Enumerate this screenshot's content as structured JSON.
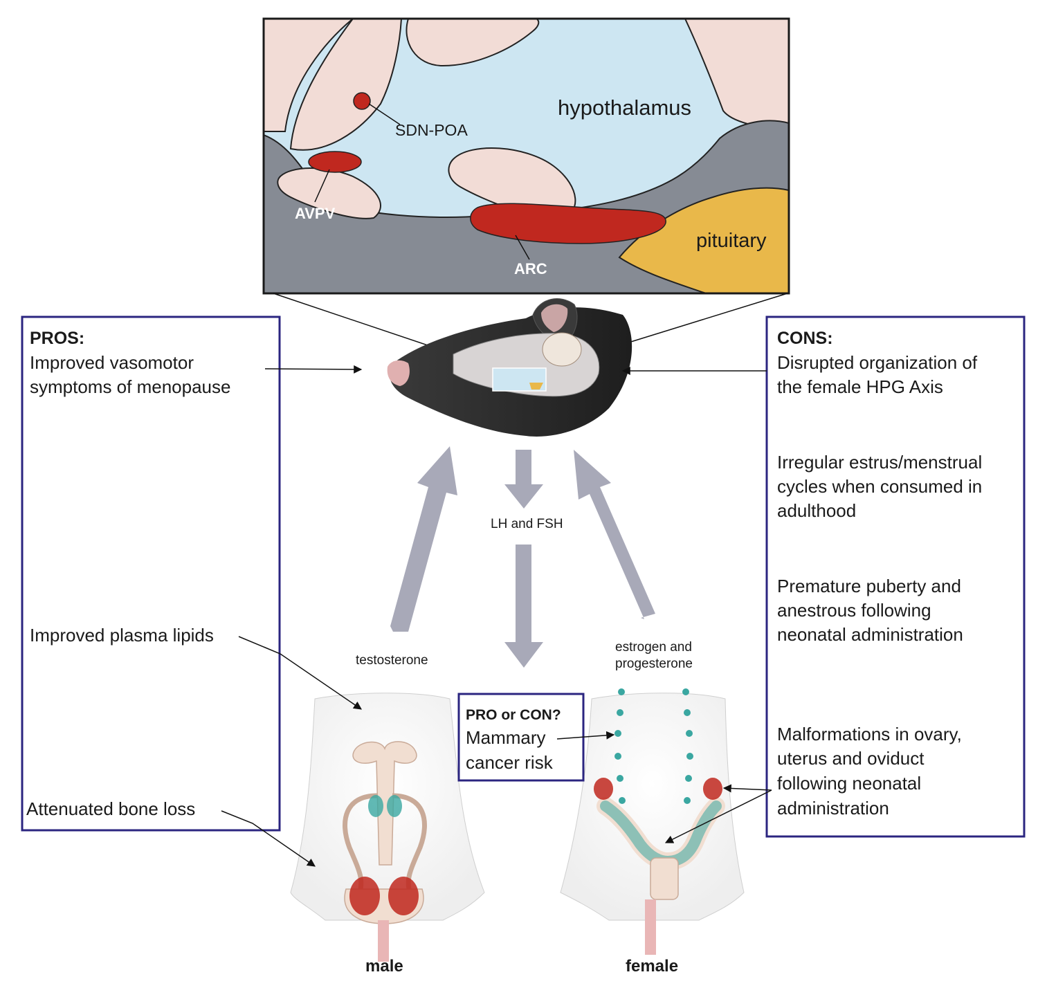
{
  "brain_inset": {
    "region_main": "hypothalamus",
    "region_pituitary": "pituitary",
    "label_sdn_poa": "SDN-POA",
    "label_avpv": "AVPV",
    "label_arc": "ARC"
  },
  "pros": {
    "heading": "PROS:",
    "item1_line1": "Improved vasomotor",
    "item1_line2": "symptoms of menopause",
    "item2": "Improved plasma lipids",
    "item3": "Attenuated bone loss"
  },
  "cons": {
    "heading": "CONS:",
    "item1_line1": "Disrupted organization of",
    "item1_line2": "the female HPG Axis",
    "item2_line1": "Irregular estrus/menstrual",
    "item2_line2": "cycles when consumed in",
    "item2_line3": "adulthood",
    "item3_line1": "Premature puberty and",
    "item3_line2": "anestrous following",
    "item3_line3": "neonatal administration",
    "item4_line1": "Malformations in ovary,",
    "item4_line2": "uterus and oviduct",
    "item4_line3": "following neonatal",
    "item4_line4": "administration"
  },
  "middle": {
    "hormone_center": "LH and FSH",
    "hormone_male": "testosterone",
    "hormone_female_line1": "estrogen and",
    "hormone_female_line2": "progesterone"
  },
  "uncertain": {
    "heading": "PRO or CON?",
    "line1": "Mammary",
    "line2": "cancer risk"
  },
  "figures": {
    "male_label": "male",
    "female_label": "female"
  },
  "colors": {
    "box_border": "#2b2580",
    "nucleus_red": "#c0281f",
    "csf_blue": "#cde6f2",
    "tissue_pink": "#f2dcd6",
    "pituitary_yellow": "#e9b84a",
    "base_gray": "#868b94",
    "arrow_gray": "#a8a9b8",
    "teal": "#3aa7a1"
  }
}
